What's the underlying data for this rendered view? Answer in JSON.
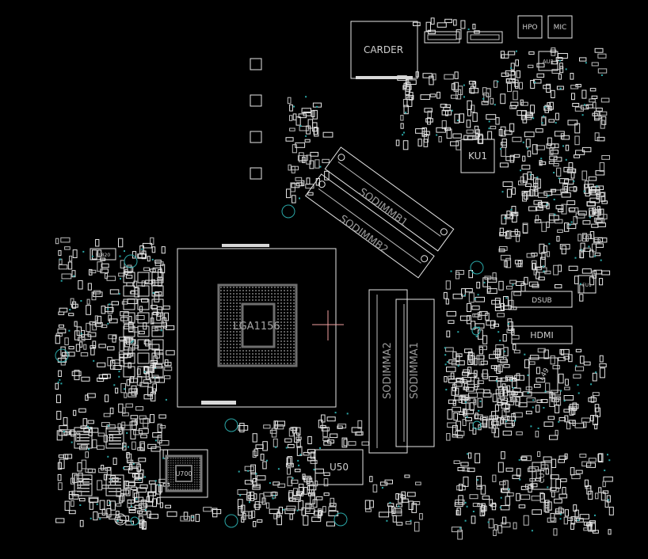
{
  "colors": {
    "background": "#000000",
    "outline": "#e6e6e6",
    "outline_dim": "#bdbdbd",
    "via": "#2aa7a7",
    "pad": "#d9d9d9",
    "crosshair": "#f2a0a0"
  },
  "labels": {
    "carder": "CARDER",
    "ku1": "KU1",
    "sodimmb1": "SODIMMB1",
    "sodimmb2": "SODIMMB2",
    "sodimma1": "SODIMMA1",
    "sodimma2": "SODIMMA2",
    "lga": "LGA1156",
    "u50": "U50",
    "hdmi": "HDMI",
    "dsub": "DSUB",
    "cu1": "CU1",
    "au1": "AU1",
    "hpo": "HPO",
    "mic": "MIC",
    "l49": "L49",
    "fu1": "FU1",
    "u700": "U700",
    "pl820": "PL820"
  }
}
